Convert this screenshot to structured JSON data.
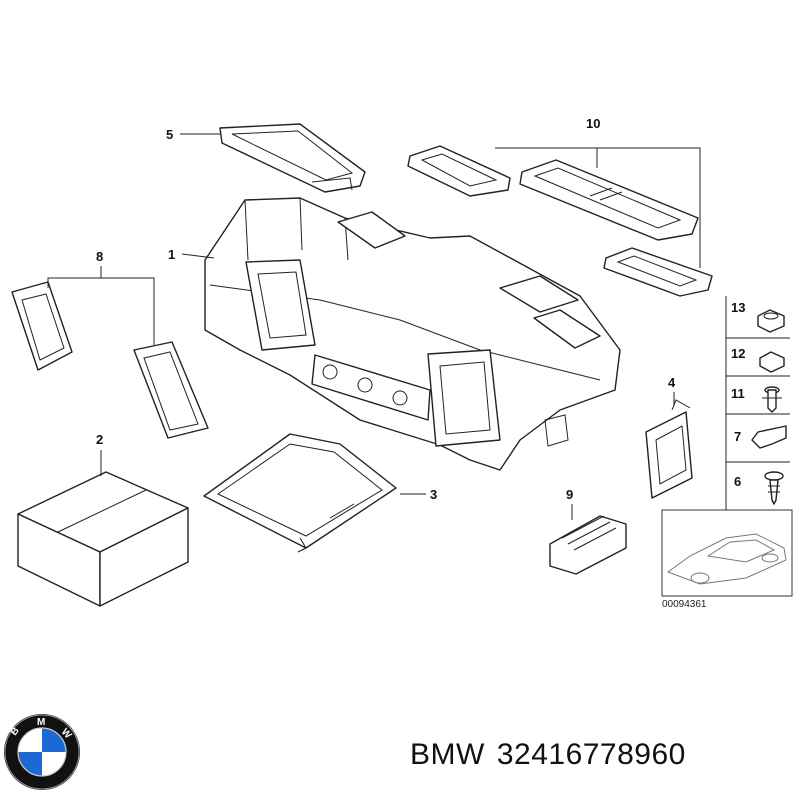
{
  "diagram": {
    "callouts": [
      "1",
      "2",
      "3",
      "4",
      "5",
      "6",
      "7",
      "8",
      "9",
      "10",
      "11",
      "12",
      "13"
    ],
    "drawing_number": "00094361"
  },
  "footer": {
    "brand": "BMW",
    "part_number": "32416778960"
  },
  "logo": {
    "text": "BMW",
    "colors": {
      "blue": "#1c69d4",
      "ring": "#111111"
    }
  }
}
